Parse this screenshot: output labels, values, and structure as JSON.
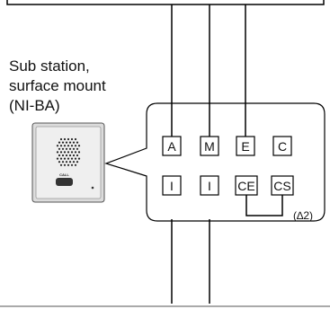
{
  "station_label": {
    "line1": "Sub station,",
    "line2": "surface mount",
    "line3": "(NI-BA)"
  },
  "device": {
    "button_text": "CALL"
  },
  "terminals": {
    "top_row": [
      "A",
      "M",
      "E",
      "C"
    ],
    "bottom_row": [
      "I",
      "I",
      "CE",
      "CS"
    ]
  },
  "footnote": "(∆2)"
}
